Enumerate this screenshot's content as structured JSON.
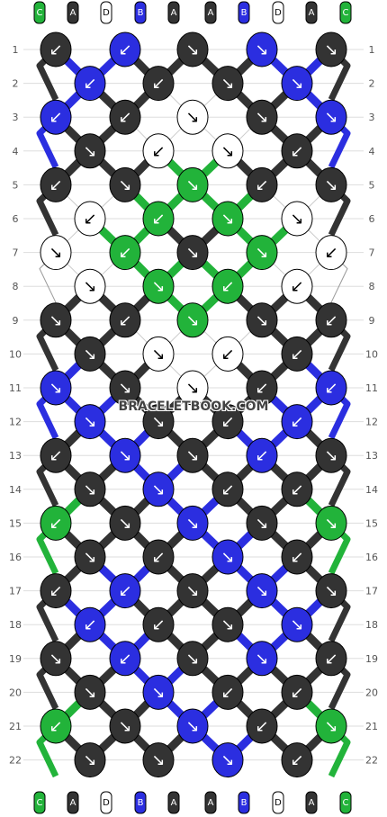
{
  "colors": {
    "C": "#22b33a",
    "A": "#333333",
    "D": "#ffffff",
    "B": "#2b2ee0"
  },
  "strands_top": [
    "C",
    "A",
    "D",
    "B",
    "A",
    "A",
    "B",
    "D",
    "A",
    "C"
  ],
  "strands_bottom": [
    "C",
    "A",
    "D",
    "B",
    "A",
    "A",
    "B",
    "D",
    "A",
    "C"
  ],
  "row_labels": [
    "1",
    "2",
    "3",
    "4",
    "5",
    "6",
    "7",
    "8",
    "9",
    "10",
    "11",
    "12",
    "13",
    "14",
    "15",
    "16",
    "17",
    "18",
    "19",
    "20",
    "21",
    "22"
  ],
  "knots": [
    [
      [
        "A",
        "↙"
      ],
      [
        "B",
        "↙"
      ],
      [
        "A",
        "↘"
      ],
      [
        "B",
        "↘"
      ],
      [
        "A",
        "↘"
      ]
    ],
    [
      [
        "B",
        "↙"
      ],
      [
        "A",
        "↙"
      ],
      [
        "A",
        "↘"
      ],
      [
        "B",
        "↘"
      ]
    ],
    [
      [
        "B",
        "↙"
      ],
      [
        "A",
        "↙"
      ],
      [
        "D",
        "↘"
      ],
      [
        "A",
        "↘"
      ],
      [
        "B",
        "↘"
      ]
    ],
    [
      [
        "A",
        "↘"
      ],
      [
        "D",
        "↙"
      ],
      [
        "D",
        "↘"
      ],
      [
        "A",
        "↙"
      ]
    ],
    [
      [
        "A",
        "↙"
      ],
      [
        "A",
        "↘"
      ],
      [
        "C",
        "↘"
      ],
      [
        "A",
        "↙"
      ],
      [
        "A",
        "↘"
      ]
    ],
    [
      [
        "D",
        "↙"
      ],
      [
        "C",
        "↙"
      ],
      [
        "C",
        "↘"
      ],
      [
        "D",
        "↘"
      ]
    ],
    [
      [
        "D",
        "↘"
      ],
      [
        "C",
        "↙"
      ],
      [
        "A",
        "↘"
      ],
      [
        "C",
        "↘"
      ],
      [
        "D",
        "↙"
      ]
    ],
    [
      [
        "D",
        "↘"
      ],
      [
        "C",
        "↘"
      ],
      [
        "C",
        "↙"
      ],
      [
        "D",
        "↙"
      ]
    ],
    [
      [
        "A",
        "↘"
      ],
      [
        "A",
        "↙"
      ],
      [
        "C",
        "↘"
      ],
      [
        "A",
        "↘"
      ],
      [
        "A",
        "↙"
      ]
    ],
    [
      [
        "A",
        "↘"
      ],
      [
        "D",
        "↘"
      ],
      [
        "D",
        "↙"
      ],
      [
        "A",
        "↙"
      ]
    ],
    [
      [
        "B",
        "↘"
      ],
      [
        "A",
        "↘"
      ],
      [
        "D",
        "↘"
      ],
      [
        "A",
        "↙"
      ],
      [
        "B",
        "↙"
      ]
    ],
    [
      [
        "B",
        "↘"
      ],
      [
        "A",
        "↘"
      ],
      [
        "A",
        "↙"
      ],
      [
        "B",
        "↙"
      ]
    ],
    [
      [
        "A",
        "↙"
      ],
      [
        "B",
        "↘"
      ],
      [
        "A",
        "↘"
      ],
      [
        "B",
        "↙"
      ],
      [
        "A",
        "↘"
      ]
    ],
    [
      [
        "A",
        "↘"
      ],
      [
        "B",
        "↘"
      ],
      [
        "A",
        "↙"
      ],
      [
        "A",
        "↙"
      ]
    ],
    [
      [
        "C",
        "↙"
      ],
      [
        "A",
        "↘"
      ],
      [
        "B",
        "↘"
      ],
      [
        "A",
        "↘"
      ],
      [
        "C",
        "↘"
      ]
    ],
    [
      [
        "A",
        "↘"
      ],
      [
        "A",
        "↙"
      ],
      [
        "B",
        "↘"
      ],
      [
        "A",
        "↙"
      ]
    ],
    [
      [
        "A",
        "↙"
      ],
      [
        "B",
        "↙"
      ],
      [
        "A",
        "↘"
      ],
      [
        "B",
        "↘"
      ],
      [
        "A",
        "↘"
      ]
    ],
    [
      [
        "B",
        "↙"
      ],
      [
        "A",
        "↙"
      ],
      [
        "A",
        "↘"
      ],
      [
        "B",
        "↘"
      ]
    ],
    [
      [
        "A",
        "↘"
      ],
      [
        "B",
        "↙"
      ],
      [
        "A",
        "↘"
      ],
      [
        "B",
        "↘"
      ],
      [
        "A",
        "↙"
      ]
    ],
    [
      [
        "A",
        "↘"
      ],
      [
        "B",
        "↘"
      ],
      [
        "A",
        "↙"
      ],
      [
        "A",
        "↙"
      ]
    ],
    [
      [
        "C",
        "↙"
      ],
      [
        "A",
        "↘"
      ],
      [
        "B",
        "↘"
      ],
      [
        "A",
        "↙"
      ],
      [
        "C",
        "↘"
      ]
    ],
    [
      [
        "A",
        "↘"
      ],
      [
        "A",
        "↘"
      ],
      [
        "B",
        "↘"
      ],
      [
        "A",
        "↙"
      ]
    ]
  ],
  "watermark": "BRACELETBOOK.COM"
}
